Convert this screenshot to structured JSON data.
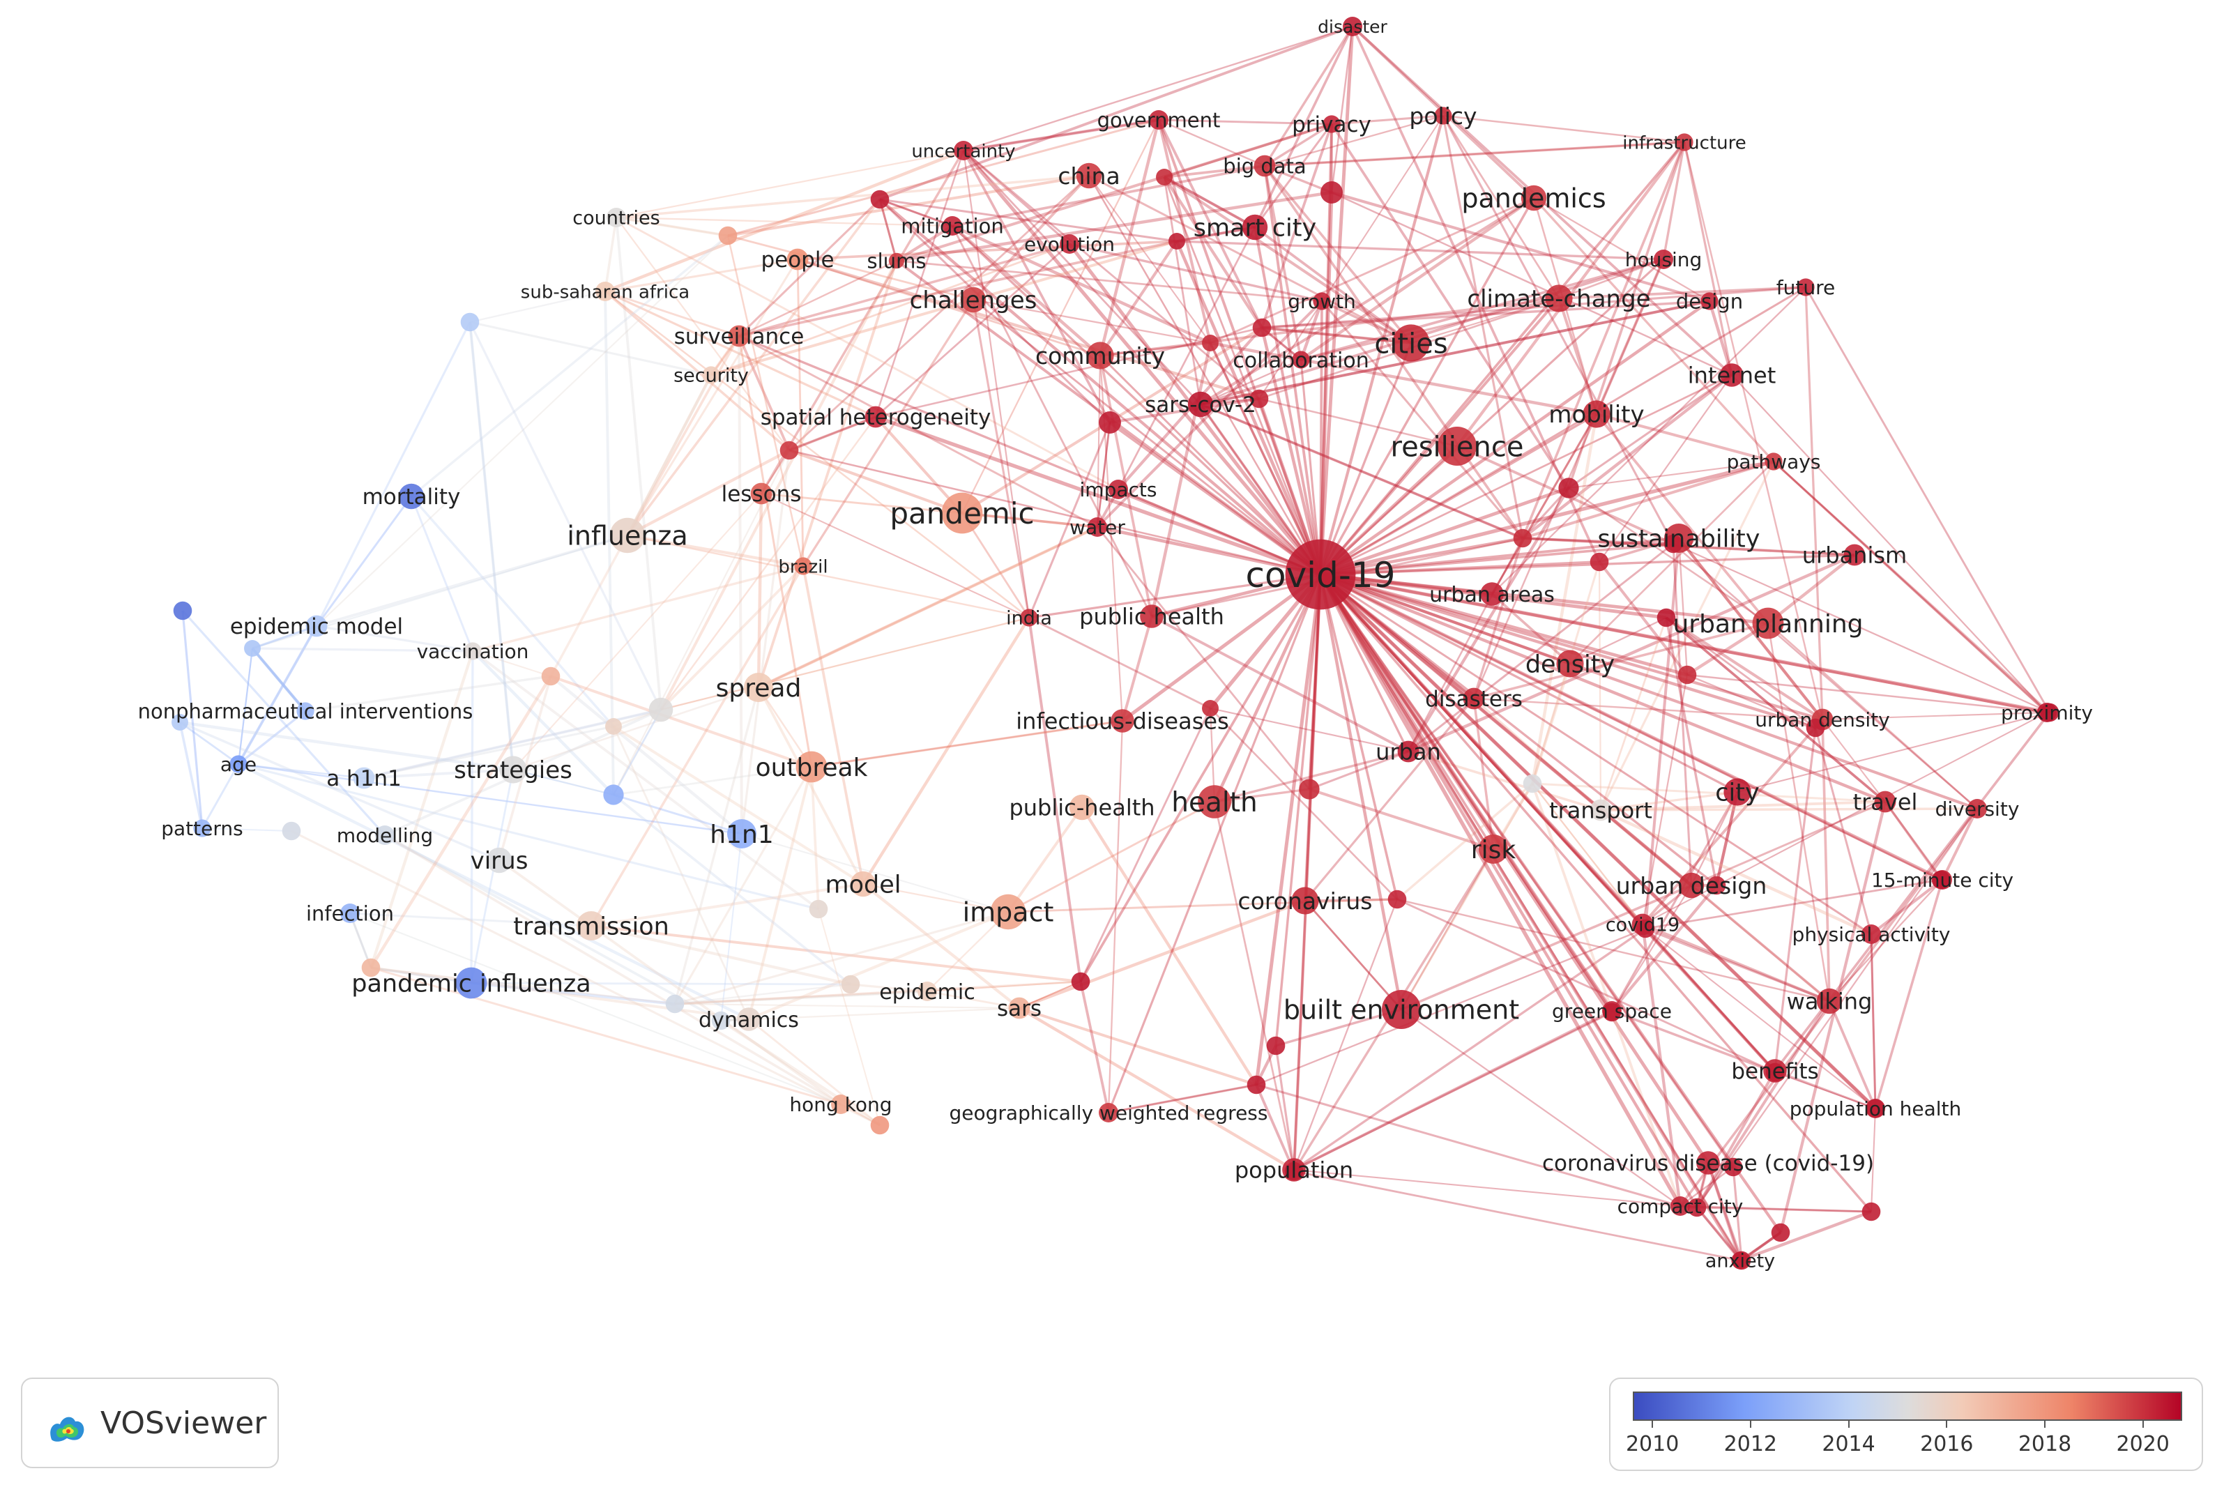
{
  "app": {
    "name": "VOSviewer"
  },
  "legend": {
    "years": [
      "2010",
      "2012",
      "2014",
      "2016",
      "2018",
      "2020"
    ],
    "colors": [
      "#3b4cc0",
      "#7b9ff9",
      "#c0d4f5",
      "#dddcdc",
      "#f2cbb7",
      "#ee8468",
      "#b40426"
    ]
  },
  "network": {
    "nodes": [
      {
        "label": "disaster",
        "year": 2020.4
      },
      {
        "label": "government",
        "year": 2020.3
      },
      {
        "label": "privacy",
        "year": 2020.3
      },
      {
        "label": "policy",
        "year": 2020.2
      },
      {
        "label": "infrastructure",
        "year": 2020.1
      },
      {
        "label": "uncertainty",
        "year": 2020.3
      },
      {
        "label": "china",
        "year": 2020.0
      },
      {
        "label": "big data",
        "year": 2020.1
      },
      {
        "label": "pandemics",
        "year": 2020.0
      },
      {
        "label": "countries",
        "year": 2015.3
      },
      {
        "label": "mitigation",
        "year": 2020.3
      },
      {
        "label": "smart city",
        "year": 2020.4
      },
      {
        "label": "people",
        "year": 2018.6
      },
      {
        "label": "slums",
        "year": 2020.0
      },
      {
        "label": "evolution",
        "year": 2020.3
      },
      {
        "label": "housing",
        "year": 2020.3
      },
      {
        "label": "sub-saharan africa",
        "year": 2017.0
      },
      {
        "label": "challenges",
        "year": 2019.9
      },
      {
        "label": "growth",
        "year": 2020.3
      },
      {
        "label": "climate-change",
        "year": 2020.1
      },
      {
        "label": "design",
        "year": 2020.3
      },
      {
        "label": "future",
        "year": 2020.3
      },
      {
        "label": "surveillance",
        "year": 2019.6
      },
      {
        "label": "collaboration",
        "year": 2020.3
      },
      {
        "label": "community",
        "year": 2020.0
      },
      {
        "label": "cities",
        "year": 2020.2
      },
      {
        "label": "internet",
        "year": 2020.4
      },
      {
        "label": "security",
        "year": 2016.8
      },
      {
        "label": "sars-cov-2",
        "year": 2020.5
      },
      {
        "label": "mobility",
        "year": 2020.2
      },
      {
        "label": "spatial heterogeneity",
        "year": 2020.3
      },
      {
        "label": "resilience",
        "year": 2020.1
      },
      {
        "label": "pathways",
        "year": 2020.0
      },
      {
        "label": "mortality",
        "year": 2010.6
      },
      {
        "label": "lessons",
        "year": 2019.5
      },
      {
        "label": "impacts",
        "year": 2020.3
      },
      {
        "label": "pandemic",
        "year": 2018.4
      },
      {
        "label": "influenza",
        "year": 2016.2
      },
      {
        "label": "water",
        "year": 2020.3
      },
      {
        "label": "covid-19",
        "year": 2020.4
      },
      {
        "label": "sustainability",
        "year": 2020.2
      },
      {
        "label": "urbanism",
        "year": 2020.3
      },
      {
        "label": "brazil",
        "year": 2019.2
      },
      {
        "label": "urban areas",
        "year": 2020.3
      },
      {
        "label": "epidemic model",
        "year": 2012.9
      },
      {
        "label": "india",
        "year": 2020.2
      },
      {
        "label": "public health",
        "year": 2020.2
      },
      {
        "label": "urban planning",
        "year": 2020.0
      },
      {
        "label": "vaccination",
        "year": 2015.5
      },
      {
        "label": "density",
        "year": 2020.1
      },
      {
        "label": "spread",
        "year": 2017.0
      },
      {
        "label": "disasters",
        "year": 2020.2
      },
      {
        "label": "nonpharmaceutical interventions",
        "year": 2012.4
      },
      {
        "label": "infectious-diseases",
        "year": 2020.0
      },
      {
        "label": "urban density",
        "year": 2020.0
      },
      {
        "label": "proximity",
        "year": 2020.5
      },
      {
        "label": "age",
        "year": 2011.4
      },
      {
        "label": "urban",
        "year": 2020.4
      },
      {
        "label": "a h1n1",
        "year": 2013.4
      },
      {
        "label": "strategies",
        "year": 2015.2
      },
      {
        "label": "outbreak",
        "year": 2018.3
      },
      {
        "label": "public-health",
        "year": 2017.6
      },
      {
        "label": "health",
        "year": 2020.0
      },
      {
        "label": "city",
        "year": 2020.4
      },
      {
        "label": "transport",
        "year": 2015.5
      },
      {
        "label": "travel",
        "year": 2020.2
      },
      {
        "label": "diversity",
        "year": 2020.2
      },
      {
        "label": "patterns",
        "year": 2012.3
      },
      {
        "label": "modelling",
        "year": 2014.5
      },
      {
        "label": "h1n1",
        "year": 2012.0
      },
      {
        "label": "virus",
        "year": 2015.0
      },
      {
        "label": "risk",
        "year": 2020.0
      },
      {
        "label": "model",
        "year": 2017.3
      },
      {
        "label": "urban design",
        "year": 2020.2
      },
      {
        "label": "15-minute city",
        "year": 2020.3
      },
      {
        "label": "infection",
        "year": 2012.2
      },
      {
        "label": "transmission",
        "year": 2016.6
      },
      {
        "label": "coronavirus",
        "year": 2020.2
      },
      {
        "label": "impact",
        "year": 2018.1
      },
      {
        "label": "covid19",
        "year": 2020.3
      },
      {
        "label": "physical activity",
        "year": 2020.3
      },
      {
        "label": "pandemic influenza",
        "year": 2011.0
      },
      {
        "label": "epidemic",
        "year": 2016.6
      },
      {
        "label": "sars",
        "year": 2017.8
      },
      {
        "label": "dynamics",
        "year": 2016.0
      },
      {
        "label": "built environment",
        "year": 2020.3
      },
      {
        "label": "green space",
        "year": 2020.3
      },
      {
        "label": "walking",
        "year": 2020.2
      },
      {
        "label": "benefits",
        "year": 2020.3
      },
      {
        "label": "hong kong",
        "year": 2018.0
      },
      {
        "label": "geographically weighted regress",
        "year": 2020.0
      },
      {
        "label": "population health",
        "year": 2020.3
      },
      {
        "label": "population",
        "year": 2020.3
      },
      {
        "label": "coronavirus disease (covid-19)",
        "year": 2020.3
      },
      {
        "label": "compact city",
        "year": 2020.3
      },
      {
        "label": "anxiety",
        "year": 2020.4
      }
    ]
  }
}
